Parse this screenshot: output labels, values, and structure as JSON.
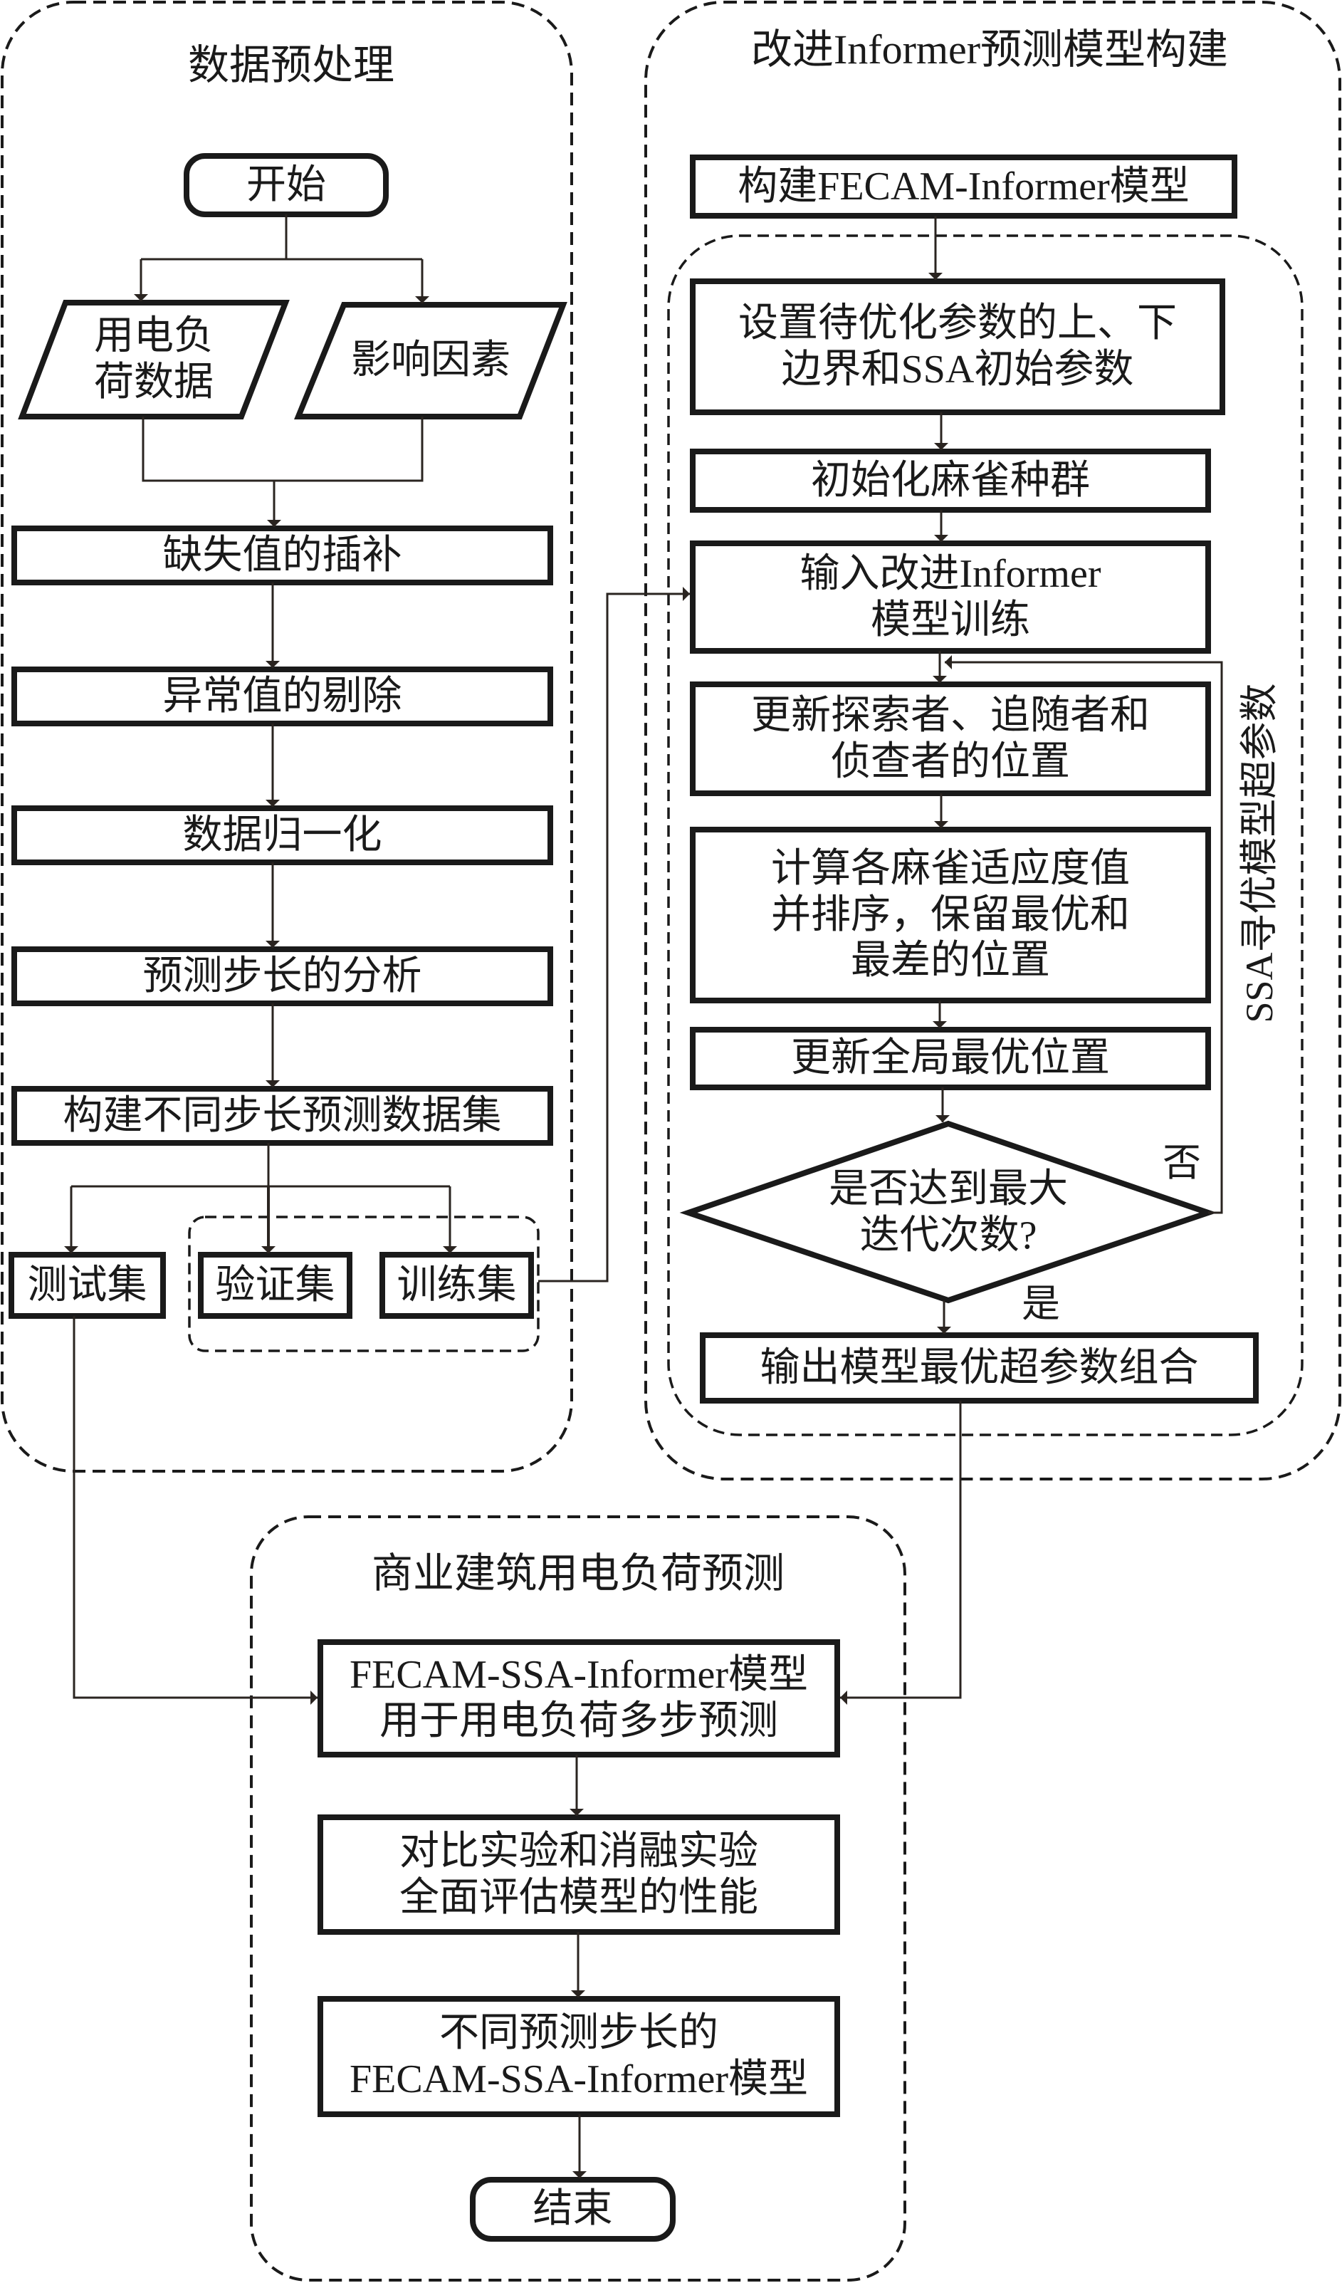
{
  "panels": {
    "preprocess": {
      "title": "数据预处理"
    },
    "model_build": {
      "title": "改进Informer预测模型构建"
    },
    "forecast": {
      "title": "商业建筑用电负荷预测"
    }
  },
  "preprocess": {
    "start": "开始",
    "input_load": [
      "用电负",
      "荷数据"
    ],
    "input_factors": "影响因素",
    "steps": [
      "缺失值的插补",
      "异常值的剔除",
      "数据归一化",
      "预测步长的分析",
      "构建不同步长预测数据集"
    ],
    "test_set": "测试集",
    "val_set": "验证集",
    "train_set": "训练集"
  },
  "model": {
    "build_fecam": "构建FECAM-Informer模型",
    "set_bounds": [
      "设置待优化参数的上、下",
      "边界和SSA初始参数"
    ],
    "init_pop": "初始化麻雀种群",
    "input_train": [
      "输入改进Informer",
      "模型训练"
    ],
    "update_pos": [
      "更新探索者、追随者和",
      "侦查者的位置"
    ],
    "compute_fitness": [
      "计算各麻雀适应度值",
      "并排序，保留最优和",
      "最差的位置"
    ],
    "update_global": "更新全局最优位置",
    "decision": [
      "是否达到最大",
      "迭代次数?"
    ],
    "no_label": "否",
    "yes_label": "是",
    "loop_label": "SSA寻优模型超参数",
    "output_best": "输出模型最优超参数组合"
  },
  "forecast": {
    "apply_model": [
      "FECAM-SSA-Informer模型",
      "用于用电负荷多步预测"
    ],
    "evaluate": [
      "对比实验和消融实验",
      "全面评估模型的性能"
    ],
    "multi_step": [
      "不同预测步长的",
      "FECAM-SSA-Informer模型"
    ],
    "end": "结束"
  }
}
